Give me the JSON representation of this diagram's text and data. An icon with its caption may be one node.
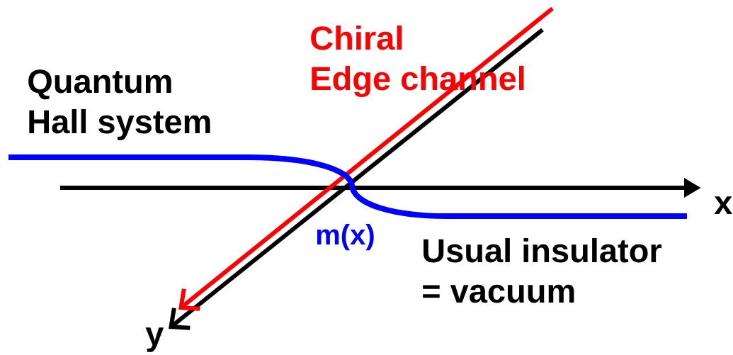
{
  "diagram": {
    "labels": [
      "Chiral Edge channel",
      "Quantum Hall system",
      "x",
      "m(x)",
      "Usual insulator = vacuum",
      "y"
    ]
  }
}
